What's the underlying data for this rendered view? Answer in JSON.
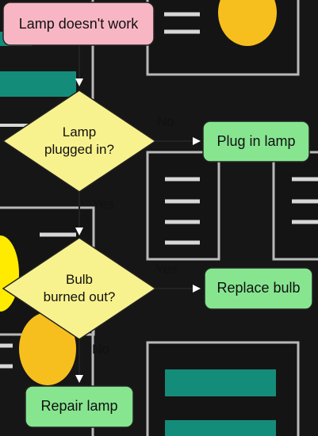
{
  "colors": {
    "background": "#161616",
    "panel_fill": "#141414",
    "panel_stroke": "#b9b9b9",
    "line_dash": "#d7d7d7",
    "teal": "#148c7a",
    "yellow_shape": "#f7bf1e",
    "bright_yellow": "#ffeb00",
    "start_fill": "#f8b6c4",
    "decision_fill": "#f8f28e",
    "process_fill": "#87e590",
    "node_stroke": "#222222",
    "arrow": "#ffffff"
  },
  "flowchart": {
    "start": {
      "label": "Lamp doesn't work"
    },
    "decision_plugged": {
      "label_line1": "Lamp",
      "label_line2": "plugged in?"
    },
    "decision_bulb": {
      "label_line1": "Bulb",
      "label_line2": "burned out?"
    },
    "plug_in": {
      "label": "Plug in lamp"
    },
    "replace_bulb": {
      "label": "Replace bulb"
    },
    "repair": {
      "label": "Repair lamp"
    },
    "edges": {
      "plugged_no": "No",
      "plugged_yes": "Yes",
      "bulb_yes": "Yes",
      "bulb_no": "No"
    }
  }
}
